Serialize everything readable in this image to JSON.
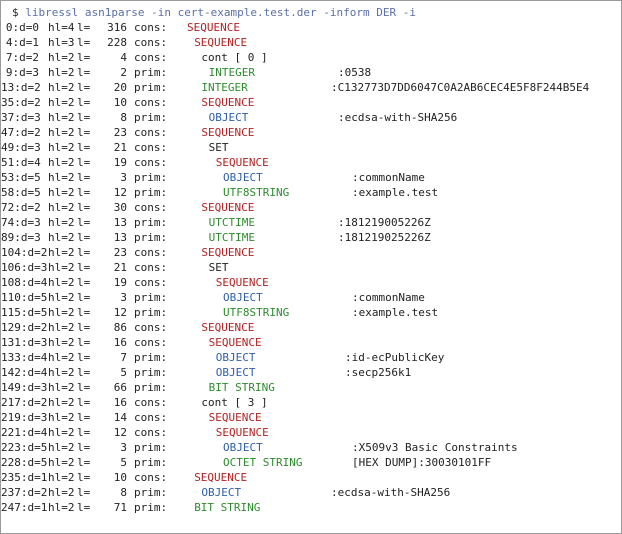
{
  "prompt": "$",
  "command": "libressl asn1parse -in cert-example.test.der -inform DER -i",
  "colors": {
    "sequence": "#b22222",
    "primitive_type": "#2e8b2e",
    "object": "#2f5fa7",
    "plain": "#222222",
    "command": "#5b6fa8"
  },
  "rows": [
    {
      "off": "0",
      "d": "0",
      "hl": "4",
      "len": "316",
      "kind": "cons:",
      "indent": 1,
      "tag": "SEQUENCE",
      "tclass": "t-seq",
      "val": ""
    },
    {
      "off": "4",
      "d": "1",
      "hl": "3",
      "len": "228",
      "kind": "cons:",
      "indent": 2,
      "tag": "SEQUENCE",
      "tclass": "t-seq",
      "val": ""
    },
    {
      "off": "7",
      "d": "2",
      "hl": "2",
      "len": "4",
      "kind": "cons:",
      "indent": 3,
      "tag": "cont [ 0 ]",
      "tclass": "t-plain",
      "val": ""
    },
    {
      "off": "9",
      "d": "3",
      "hl": "2",
      "len": "2",
      "kind": "prim:",
      "indent": 4,
      "tag": "INTEGER",
      "tclass": "t-int",
      "val": ":0538",
      "vcol": 4
    },
    {
      "off": "13",
      "d": "2",
      "hl": "2",
      "len": "20",
      "kind": "prim:",
      "indent": 3,
      "tag": "INTEGER",
      "tclass": "t-int",
      "val": ":C132773D7DD6047C0A2AB6CEC4E5F8F244B5E4",
      "vcol": 3
    },
    {
      "off": "35",
      "d": "2",
      "hl": "2",
      "len": "10",
      "kind": "cons:",
      "indent": 3,
      "tag": "SEQUENCE",
      "tclass": "t-seq",
      "val": ""
    },
    {
      "off": "37",
      "d": "3",
      "hl": "2",
      "len": "8",
      "kind": "prim:",
      "indent": 4,
      "tag": "OBJECT",
      "tclass": "t-obj",
      "val": ":ecdsa-with-SHA256",
      "vcol": 4
    },
    {
      "off": "47",
      "d": "2",
      "hl": "2",
      "len": "23",
      "kind": "cons:",
      "indent": 3,
      "tag": "SEQUENCE",
      "tclass": "t-seq",
      "val": ""
    },
    {
      "off": "49",
      "d": "3",
      "hl": "2",
      "len": "21",
      "kind": "cons:",
      "indent": 4,
      "tag": "SET",
      "tclass": "t-plain",
      "val": ""
    },
    {
      "off": "51",
      "d": "4",
      "hl": "2",
      "len": "19",
      "kind": "cons:",
      "indent": 5,
      "tag": "SEQUENCE",
      "tclass": "t-seq",
      "val": ""
    },
    {
      "off": "53",
      "d": "5",
      "hl": "2",
      "len": "3",
      "kind": "prim:",
      "indent": 6,
      "tag": "OBJECT",
      "tclass": "t-obj",
      "val": ":commonName",
      "vcol": 6
    },
    {
      "off": "58",
      "d": "5",
      "hl": "2",
      "len": "12",
      "kind": "prim:",
      "indent": 6,
      "tag": "UTF8STRING",
      "tclass": "t-int",
      "val": ":example.test",
      "vcol": 6
    },
    {
      "off": "72",
      "d": "2",
      "hl": "2",
      "len": "30",
      "kind": "cons:",
      "indent": 3,
      "tag": "SEQUENCE",
      "tclass": "t-seq",
      "val": ""
    },
    {
      "off": "74",
      "d": "3",
      "hl": "2",
      "len": "13",
      "kind": "prim:",
      "indent": 4,
      "tag": "UTCTIME",
      "tclass": "t-int",
      "val": ":181219005226Z",
      "vcol": 4
    },
    {
      "off": "89",
      "d": "3",
      "hl": "2",
      "len": "13",
      "kind": "prim:",
      "indent": 4,
      "tag": "UTCTIME",
      "tclass": "t-int",
      "val": ":181219025226Z",
      "vcol": 4
    },
    {
      "off": "104",
      "d": "2",
      "hl": "2",
      "len": "23",
      "kind": "cons:",
      "indent": 3,
      "tag": "SEQUENCE",
      "tclass": "t-seq",
      "val": ""
    },
    {
      "off": "106",
      "d": "3",
      "hl": "2",
      "len": "21",
      "kind": "cons:",
      "indent": 4,
      "tag": "SET",
      "tclass": "t-plain",
      "val": ""
    },
    {
      "off": "108",
      "d": "4",
      "hl": "2",
      "len": "19",
      "kind": "cons:",
      "indent": 5,
      "tag": "SEQUENCE",
      "tclass": "t-seq",
      "val": ""
    },
    {
      "off": "110",
      "d": "5",
      "hl": "2",
      "len": "3",
      "kind": "prim:",
      "indent": 6,
      "tag": "OBJECT",
      "tclass": "t-obj",
      "val": ":commonName",
      "vcol": 6
    },
    {
      "off": "115",
      "d": "5",
      "hl": "2",
      "len": "12",
      "kind": "prim:",
      "indent": 6,
      "tag": "UTF8STRING",
      "tclass": "t-int",
      "val": ":example.test",
      "vcol": 6
    },
    {
      "off": "129",
      "d": "2",
      "hl": "2",
      "len": "86",
      "kind": "cons:",
      "indent": 3,
      "tag": "SEQUENCE",
      "tclass": "t-seq",
      "val": ""
    },
    {
      "off": "131",
      "d": "3",
      "hl": "2",
      "len": "16",
      "kind": "cons:",
      "indent": 4,
      "tag": "SEQUENCE",
      "tclass": "t-seq",
      "val": ""
    },
    {
      "off": "133",
      "d": "4",
      "hl": "2",
      "len": "7",
      "kind": "prim:",
      "indent": 5,
      "tag": "OBJECT",
      "tclass": "t-obj",
      "val": ":id-ecPublicKey",
      "vcol": 5
    },
    {
      "off": "142",
      "d": "4",
      "hl": "2",
      "len": "5",
      "kind": "prim:",
      "indent": 5,
      "tag": "OBJECT",
      "tclass": "t-obj",
      "val": ":secp256k1",
      "vcol": 5
    },
    {
      "off": "149",
      "d": "3",
      "hl": "2",
      "len": "66",
      "kind": "prim:",
      "indent": 4,
      "tag": "BIT STRING",
      "tclass": "t-int",
      "val": ""
    },
    {
      "off": "217",
      "d": "2",
      "hl": "2",
      "len": "16",
      "kind": "cons:",
      "indent": 3,
      "tag": "cont [ 3 ]",
      "tclass": "t-plain",
      "val": ""
    },
    {
      "off": "219",
      "d": "3",
      "hl": "2",
      "len": "14",
      "kind": "cons:",
      "indent": 4,
      "tag": "SEQUENCE",
      "tclass": "t-seq",
      "val": ""
    },
    {
      "off": "221",
      "d": "4",
      "hl": "2",
      "len": "12",
      "kind": "cons:",
      "indent": 5,
      "tag": "SEQUENCE",
      "tclass": "t-seq",
      "val": ""
    },
    {
      "off": "223",
      "d": "5",
      "hl": "2",
      "len": "3",
      "kind": "prim:",
      "indent": 6,
      "tag": "OBJECT",
      "tclass": "t-obj",
      "val": ":X509v3 Basic Constraints",
      "vcol": 6
    },
    {
      "off": "228",
      "d": "5",
      "hl": "2",
      "len": "5",
      "kind": "prim:",
      "indent": 6,
      "tag": "OCTET STRING",
      "tclass": "t-int",
      "val": "[HEX DUMP]:30030101FF",
      "vcol": 6
    },
    {
      "off": "235",
      "d": "1",
      "hl": "2",
      "len": "10",
      "kind": "cons:",
      "indent": 2,
      "tag": "SEQUENCE",
      "tclass": "t-seq",
      "val": ""
    },
    {
      "off": "237",
      "d": "2",
      "hl": "2",
      "len": "8",
      "kind": "prim:",
      "indent": 3,
      "tag": "OBJECT",
      "tclass": "t-obj",
      "val": ":ecdsa-with-SHA256",
      "vcol": 3
    },
    {
      "off": "247",
      "d": "1",
      "hl": "2",
      "len": "71",
      "kind": "prim:",
      "indent": 2,
      "tag": "BIT STRING",
      "tclass": "t-int",
      "val": ""
    }
  ]
}
